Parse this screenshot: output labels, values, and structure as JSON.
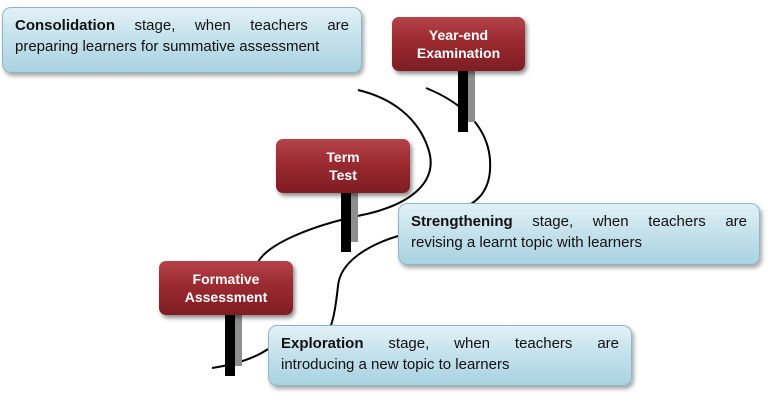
{
  "stages": {
    "consolidation": {
      "lead": "Consolidation",
      "line1_rest": "stage, when teachers are",
      "line2": "preparing learners for summative assessment"
    },
    "strengthening": {
      "lead": "Strengthening",
      "line1_rest": "stage, when teachers are",
      "line2": "revising a learnt topic with learners"
    },
    "exploration": {
      "lead": "Exploration",
      "line1_rest": "stage, when teachers are",
      "line2": "introducing a new topic to learners"
    }
  },
  "signs": {
    "year_end": {
      "line1": "Year-end",
      "line2": "Examination"
    },
    "term_test": {
      "line1": "Term",
      "line2": "Test"
    },
    "formative": {
      "line1": "Formative",
      "line2": "Assessment"
    }
  },
  "colors": {
    "sign_red": "#9a2a30",
    "stage_box_blue": "#c6e2ec",
    "post_black": "#000000",
    "post_grey": "#8e8e8e"
  }
}
